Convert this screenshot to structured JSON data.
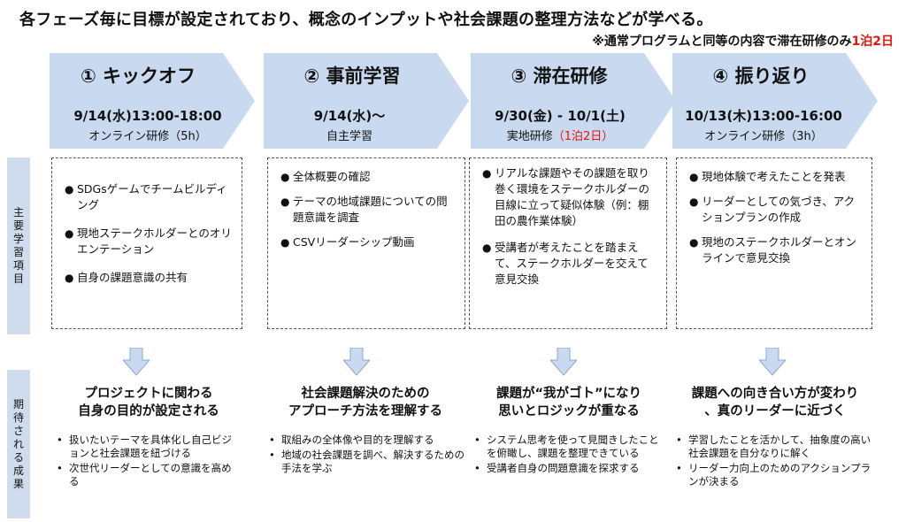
{
  "header": {
    "title": "各フェーズ毎に目標が設定されており、概念のインプットや社会課題の整理方法などが学べる。",
    "note_prefix": "※通常プログラムと同等の内容で滞在研修のみ",
    "note_highlight": "1泊2日"
  },
  "side_labels": {
    "main": "主要学習項目",
    "result": "期待される成果"
  },
  "colors": {
    "arrow_fill": "#c9d9ef",
    "accent_red": "#e8130b",
    "side_fill": "#cfdcee"
  },
  "phases": [
    {
      "title": "① キックオフ",
      "date": "9/14(水)13:00-18:00",
      "mode": "オンライン研修（5h）",
      "mode_red": "",
      "items": [
        "SDGsゲームでチームビルディング",
        "現地ステークホルダーとのオリエンテーション",
        "自身の課題意識の共有"
      ],
      "result_title_1": "プロジェクトに関わる",
      "result_title_2": "自身の目的が設定される",
      "results": [
        "扱いたいテーマを具体化し自己ビジョンと社会課題を紐づける",
        "次世代リーダーとしての意識を高める"
      ]
    },
    {
      "title": "② 事前学習",
      "date": "9/14(水)〜",
      "mode": "自主学習",
      "mode_red": "",
      "items": [
        "全体概要の確認",
        "テーマの地域課題についての問題意識を調査",
        "CSVリーダーシップ動画"
      ],
      "result_title_1": "社会課題解決のための",
      "result_title_2": "アプローチ方法を理解する",
      "results": [
        "取組みの全体像や目的を理解する",
        "地域の社会課題を調べ、解決するための手法を学ぶ"
      ]
    },
    {
      "title": "③ 滞在研修",
      "date": "9/30(金) - 10/1(土)",
      "mode": "実地研修",
      "mode_red": "（1泊2日）",
      "items": [
        "リアルな課題やその課題を取り巻く環境をステークホルダーの目線に立って疑似体験（例：棚田の農作業体験）",
        "受講者が考えたことを踏まえて、ステークホルダーを交えて意見交換"
      ],
      "result_title_1": "課題が“我がゴト”になり",
      "result_title_2": "思いとロジックが重なる",
      "results": [
        "システム思考を使って見聞きしたことを俯瞰し、課題を整理できている",
        "受講者自身の問題意識を探求する"
      ]
    },
    {
      "title": "④ 振り返り",
      "date": "10/13(木)13:00-16:00",
      "mode": "オンライン研修（3h）",
      "mode_red": "",
      "items": [
        "現地体験で考えたことを発表",
        "リーダーとしての気づき、アクションプランの作成",
        "現地のステークホルダーとオンラインで意見交換"
      ],
      "result_title_1": "課題への向き合い方が変わり",
      "result_title_2": "、真のリーダーに近づく",
      "results": [
        "学習したことを活かして、抽象度の高い社会課題を自分なりに解く",
        "リーダー力向上のためのアクションプランが決まる"
      ]
    }
  ]
}
